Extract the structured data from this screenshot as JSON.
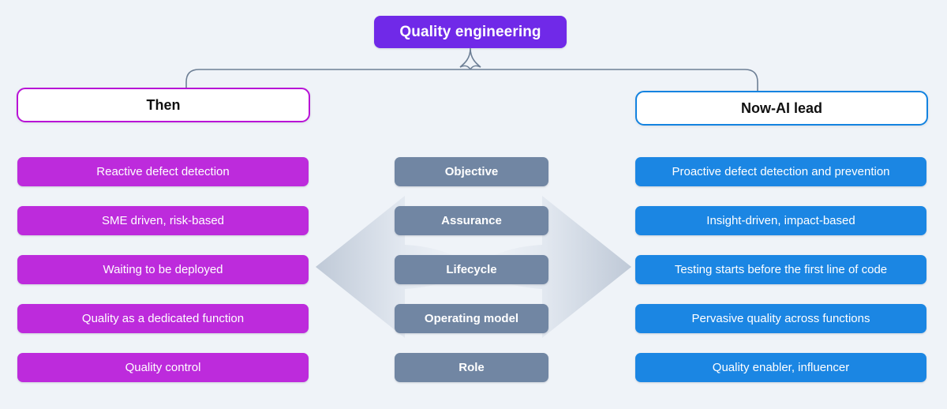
{
  "diagram": {
    "title": "Quality engineering",
    "columns": {
      "left_header": "Then",
      "center_header": "",
      "right_header": "Now-AI lead"
    },
    "rows": [
      {
        "category": "Objective",
        "then": "Reactive defect detection",
        "now": "Proactive defect detection and prevention"
      },
      {
        "category": "Assurance",
        "then": "SME driven, risk-based",
        "now": "Insight-driven, impact-based"
      },
      {
        "category": "Lifecycle",
        "then": "Waiting to be deployed",
        "now": "Testing starts before the first line of code"
      },
      {
        "category": "Operating model",
        "then": "Quality as a dedicated function",
        "now": "Pervasive quality across functions"
      },
      {
        "category": "Role",
        "then": "Quality control",
        "now": "Quality enabler, influencer"
      }
    ],
    "colors": {
      "background": "#eff3f8",
      "title_box": "#7029e8",
      "then_accent": "#bd2bdc",
      "then_border": "#b812d6",
      "now_accent": "#1b86e3",
      "now_border": "#1383e0",
      "category_box": "#7186a3",
      "connector_line": "#6d7f95",
      "arrow_fill": "#c3ccd8"
    }
  }
}
